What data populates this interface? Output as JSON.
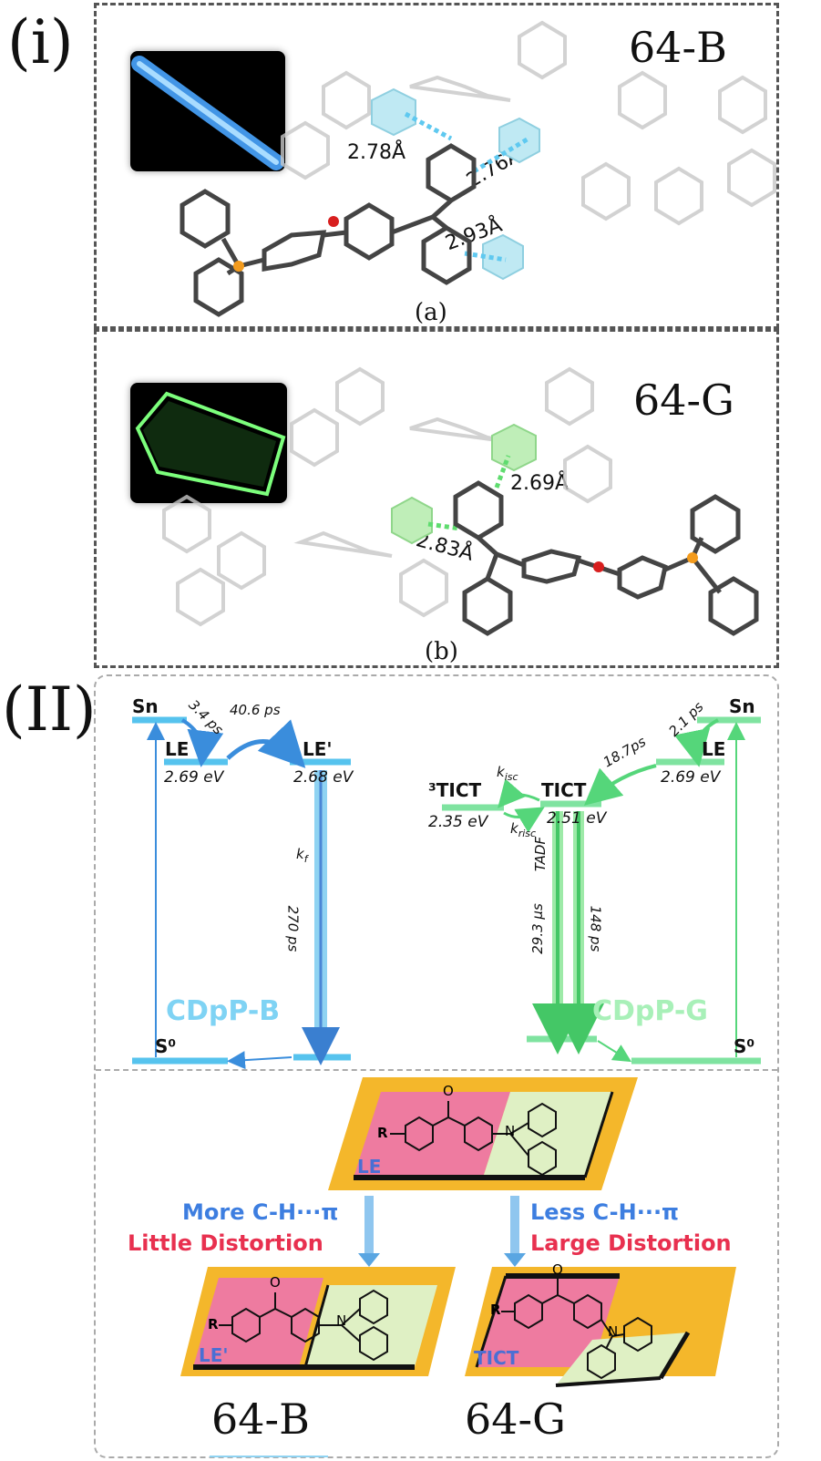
{
  "panel_i": {
    "label": "(i)",
    "crystal_b": {
      "code": "64-B",
      "sublabel": "(a)",
      "distances": [
        "2.78Å",
        "2.76Å",
        "2.93Å"
      ]
    },
    "crystal_g": {
      "code": "64-G",
      "sublabel": "(b)",
      "distances": [
        "2.69Å",
        "2.83Å"
      ]
    }
  },
  "panel_ii": {
    "label": "(II)",
    "diagram_b": {
      "name": "CDpP-B",
      "levels": {
        "sn": "Sn",
        "le": "LE",
        "le_prime": "LE'",
        "s0": "S⁰"
      },
      "energies": {
        "le": "2.69 eV",
        "le_prime": "2.68 eV"
      },
      "rates": {
        "sn_le": "3.4 ps",
        "le_leprime": "40.6 ps",
        "kf": "k",
        "kf_sub": "f",
        "fluor": "270 ps"
      }
    },
    "diagram_g": {
      "name": "CDpP-G",
      "levels": {
        "sn": "Sn",
        "le": "LE",
        "tict": "TICT",
        "tict3": "³TICT",
        "s0": "S⁰"
      },
      "energies": {
        "le": "2.69 eV",
        "tict": "2.51 eV",
        "tict3": "2.35 eV"
      },
      "rates": {
        "sn_le": "2.1 ps",
        "le_tict": "18.7ps",
        "kisc": "k",
        "kisc_sub": "isc",
        "krisc": "k",
        "krisc_sub": "risc",
        "tadf_label": "TADF",
        "tadf": "29.3 μs",
        "fluor": "148 ps"
      }
    },
    "mechanism": {
      "le_label": "LE",
      "left_line1": "More C-H···π",
      "left_line2": "Little Distortion",
      "right_line1": "Less C-H···π",
      "right_line2": "Large Distortion",
      "le_prime_label": "LE'",
      "tict_label": "TICT",
      "code_b": "64-B",
      "code_g": "64-G",
      "atom_r": "R",
      "atom_o": "O",
      "atom_n": "N"
    },
    "colors": {
      "blue": "#56c3ee",
      "arrow_blue": "#3a8ddc",
      "green": "#7fe3a0",
      "arrow_green": "#55d67a",
      "pink": "#ee7ba0",
      "lightgreen": "#dff0c4",
      "orange": "#f4b72b",
      "text_blue": "#3d7ee0",
      "text_red": "#e8304f"
    }
  }
}
